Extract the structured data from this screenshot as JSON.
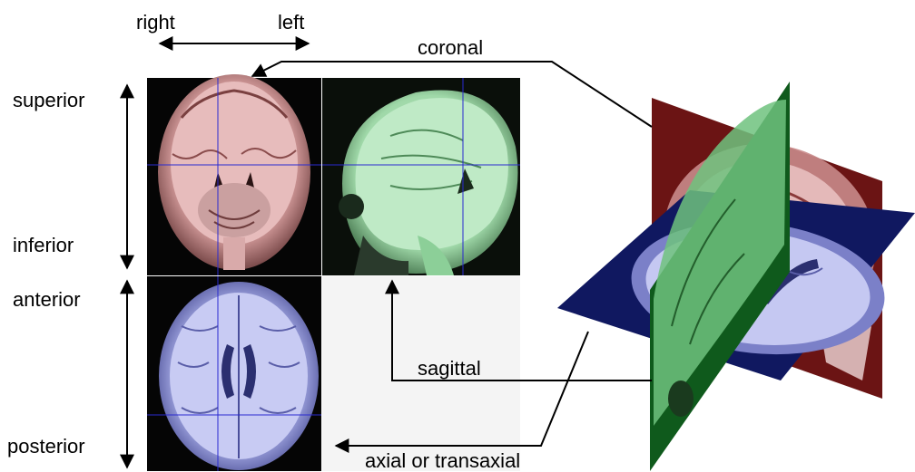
{
  "orientation_labels": {
    "right": "right",
    "left": "left",
    "superior": "superior",
    "inferior": "inferior",
    "anterior": "anterior",
    "posterior": "posterior"
  },
  "plane_labels": {
    "coronal": "coronal",
    "sagittal": "sagittal",
    "axial": "axial or transaxial"
  },
  "colors": {
    "coronal_tint": "#e8b9b9",
    "sagittal_tint": "#a8e0b0",
    "axial_tint": "#b4b8f0",
    "coronal_plane": "#6b1414",
    "sagittal_plane": "#0f5a1c",
    "axial_plane": "#101860",
    "crosshair": "#2a2ad0",
    "empty_panel": "#f4f4f4"
  }
}
